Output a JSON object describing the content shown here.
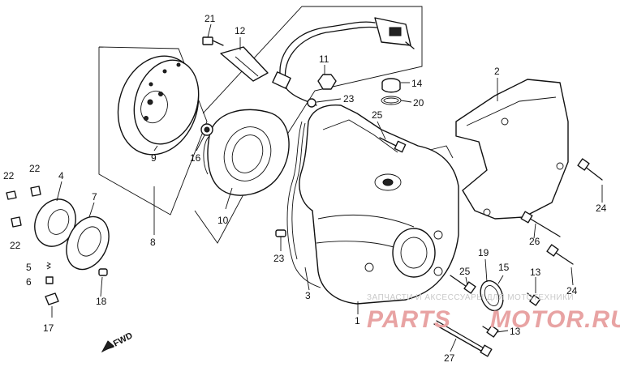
{
  "callouts": {
    "c1": "1",
    "c2": "2",
    "c3": "3",
    "c4": "4",
    "c5": "5",
    "c6": "6",
    "c7": "7",
    "c8": "8",
    "c9": "9",
    "c10": "10",
    "c11": "11",
    "c12": "12",
    "c13a": "13",
    "c13b": "13",
    "c14": "14",
    "c15": "15",
    "c16": "16",
    "c17": "17",
    "c18": "18",
    "c19": "19",
    "c20": "20",
    "c21": "21",
    "c22a": "22",
    "c22b": "22",
    "c22c": "22",
    "c23a": "23",
    "c23b": "23",
    "c24a": "24",
    "c24b": "24",
    "c25a": "25",
    "c25b": "25",
    "c26": "26",
    "c27": "27"
  },
  "direction_label": "FWD",
  "watermark": {
    "tagline": "ЗАПЧАСТИ И АКСЕССУАРЫ ДЛЯ МОТОТЕХНИКИ",
    "brand_left": "PARTS",
    "brand_right": "MOTOR.RU",
    "brand_color": "#e8a3a3"
  }
}
